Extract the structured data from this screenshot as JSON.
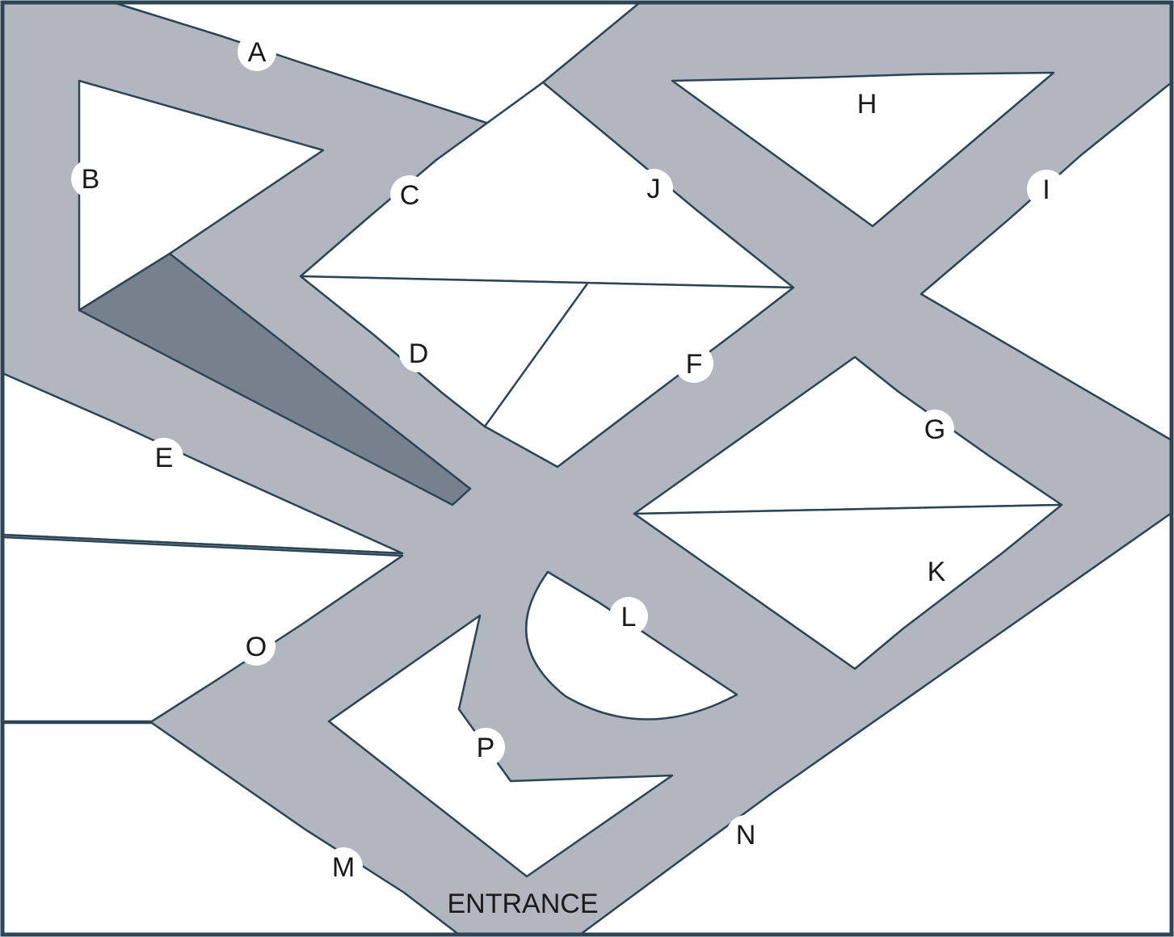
{
  "plan": {
    "entrance_label": "ENTRANCE",
    "colors": {
      "corridor": "#b2b7bf",
      "highlight": "#76818d",
      "outline": "#2b4556",
      "room": "#ffffff",
      "label_bg": "#ffffff"
    },
    "rooms": [
      {
        "id": "A",
        "label": "A"
      },
      {
        "id": "B",
        "label": "B"
      },
      {
        "id": "C",
        "label": "C"
      },
      {
        "id": "D",
        "label": "D"
      },
      {
        "id": "E",
        "label": "E"
      },
      {
        "id": "F",
        "label": "F"
      },
      {
        "id": "G",
        "label": "G"
      },
      {
        "id": "H",
        "label": "H"
      },
      {
        "id": "I",
        "label": "I"
      },
      {
        "id": "J",
        "label": "J"
      },
      {
        "id": "K",
        "label": "K"
      },
      {
        "id": "L",
        "label": "L"
      },
      {
        "id": "M",
        "label": "M"
      },
      {
        "id": "N",
        "label": "N"
      },
      {
        "id": "O",
        "label": "O"
      },
      {
        "id": "P",
        "label": "P"
      }
    ]
  }
}
